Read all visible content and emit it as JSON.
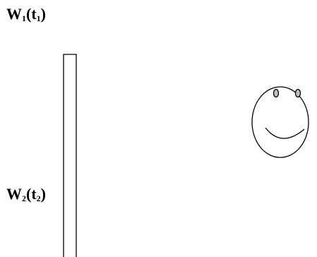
{
  "labels": {
    "w1": {
      "main": "W",
      "sub1": "1",
      "open": "(t",
      "sub2": "1",
      "close": ")"
    },
    "w2": {
      "main": "W",
      "sub1": "2",
      "open": "(t",
      "sub2": "2",
      "close": ")"
    }
  },
  "colors": {
    "stroke": "#000000",
    "eye_fill": "#bfbfbf",
    "background": "#ffffff"
  },
  "shapes": {
    "wall": "tall-rectangle",
    "face": "smiley-face"
  }
}
